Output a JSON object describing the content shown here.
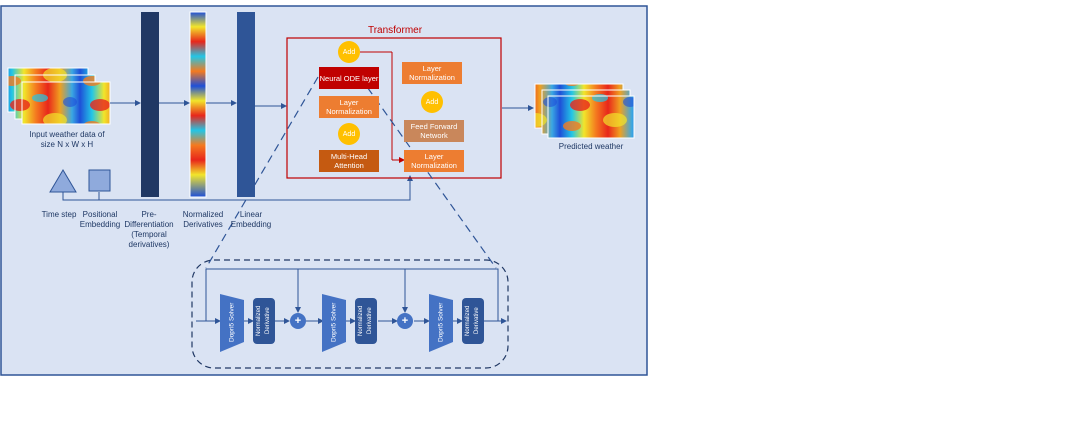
{
  "colors": {
    "panel": "#dae3f3",
    "panel_border": "#2f5597",
    "dark_bar": "#203864",
    "mid_bar": "#2f5597",
    "line": "#2f5597",
    "transformer_border": "#c00000",
    "neural_ode": "#c00000",
    "layer_norm": "#ed7d31",
    "multi_head": "#c55a11",
    "feed_forward": "#c9875b",
    "add_circle": "#ffc000",
    "solver": "#4472c4"
  },
  "transformer": {
    "title": "Transformer",
    "neural_ode": "Neural ODE layer",
    "layer_norm_1": "Layer Normalization",
    "add_1": "Add",
    "multi_head": "Multi-Head Attention",
    "add_top": "Add",
    "layer_norm_2": "Layer Normalization",
    "add_2": "Add",
    "feed_forward": "Feed Forward Network",
    "layer_norm_3": "Layer Normalization"
  },
  "labels": {
    "input": "Input weather data of size  N x W x H",
    "predicted": "Predicted weather",
    "time_step": "Time step",
    "positional": "Positional Embedding",
    "pre_diff": "Pre-Differentiation (Temporal derivatives)",
    "normalized": "Normalized Derivatives",
    "linear": "Linear Embedding"
  },
  "solver_chain": {
    "solver_1": "Dopri5 Solver",
    "norm_1": "Normalized Derivative",
    "plus_1": "+",
    "solver_2": "Dopri5 Solver",
    "norm_2": "Normalized Derivative",
    "plus_2": "+",
    "solver_3": "Dopri5 Solver",
    "norm_3": "Normalized Derivative"
  }
}
